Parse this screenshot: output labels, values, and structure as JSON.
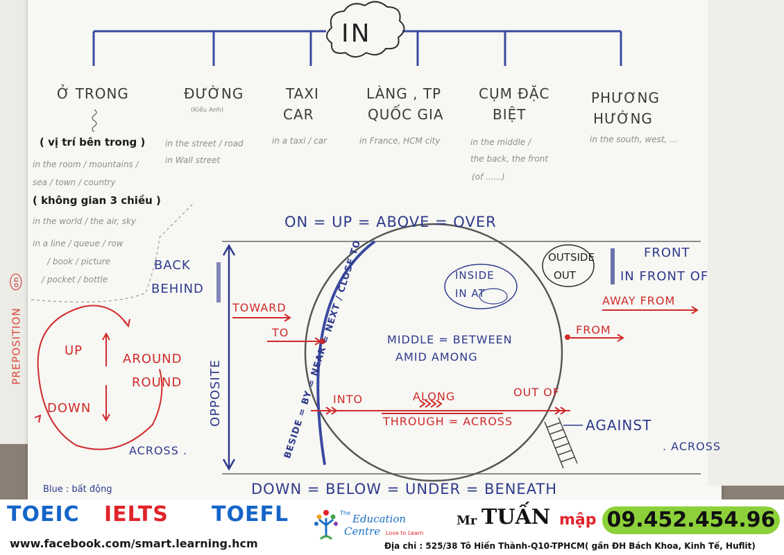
{
  "diagram": {
    "root": "IN",
    "categories": [
      {
        "heading": "Ở TRONG",
        "sub": "",
        "examples": []
      },
      {
        "heading": "ĐƯỜNG",
        "sub": "(Kiểu Anh)",
        "examples": [
          "in the street / road",
          "in Wall street"
        ]
      },
      {
        "heading_lines": [
          "TAXI",
          "CAR"
        ],
        "examples": [
          "in a taxi / car"
        ]
      },
      {
        "heading_lines": [
          "LÀNG , TP",
          "QUỐC GIA"
        ],
        "examples": [
          "in France, HCM city"
        ]
      },
      {
        "heading_lines": [
          "CỤM ĐẶC",
          "BIỆT"
        ],
        "examples": [
          "in the middle /",
          "the back, the front",
          "(of ......)"
        ]
      },
      {
        "heading_lines": [
          "PHƯƠNG",
          "HƯỚNG"
        ],
        "examples": [
          "in the south, west, ..."
        ]
      }
    ],
    "left_notes": {
      "vi_tri": "( vị trí bên trong )",
      "rooms": [
        "in the room / mountains /",
        "sea / town / country"
      ],
      "khong_gian": "( không gian 3 chiều )",
      "world": "in the world / the air, sky",
      "line": [
        "in a line / queue / row",
        "/ book / picture",
        "/ pocket / bottle"
      ]
    },
    "preposition_label": "PREPOSITION",
    "on_label": "on",
    "top_line": "ON = UP = ABOVE = OVER",
    "bottom_line": "DOWN = BELOW = UNDER = BENEATH",
    "back_behind": [
      "BACK",
      "BEHIND"
    ],
    "opposite": "OPPOSITE",
    "beside_arc": "BESIDE = BY = NEAR = NEXT / CLOSE TO",
    "inside": [
      "INSIDE",
      "IN AT"
    ],
    "outside": [
      "OUTSIDE",
      "OUT"
    ],
    "front": [
      "FRONT",
      "IN FRONT OF"
    ],
    "toward": "TOWARD",
    "to": "TO",
    "away_from": "AWAY FROM",
    "from": "FROM",
    "middle": [
      "MIDDLE = BETWEEN",
      "AMID AMONG"
    ],
    "into": "INTO",
    "along": "ALONG",
    "out_of": "OUT OF",
    "through": "THROUGH = ACROSS",
    "against": "AGAINST",
    "across_left": "ACROSS .",
    "across_right": ". ACROSS",
    "up": "UP",
    "down": "DOWN",
    "around": [
      "AROUND",
      "ROUND"
    ],
    "legend_blue": "Blue : bất động"
  },
  "footer": {
    "toeic": "TOEIC",
    "ielts": "IELTS",
    "toefl": "TOEFL",
    "facebook": "www.facebook.com/smart.learning.hcm",
    "edu_the": "The",
    "edu_name1": "Education",
    "edu_name2": "Centre",
    "edu_tagline": "Love to Learn",
    "mr": "Mr",
    "tuan": "TUẤN",
    "map": "mập",
    "phone": "09.452.454.96",
    "address": "Địa chỉ : 525/38 Tô Hiến Thành-Q10-TPHCM( gần ĐH Bách Khoa, Kinh Tế, Huflit)"
  },
  "colors": {
    "blue_ink": "#2e3a8c",
    "red_ink": "#cf2a2a",
    "brand_blue": "#1565c8",
    "brand_red": "#e0242a",
    "phone_green": "#8cd13a"
  }
}
